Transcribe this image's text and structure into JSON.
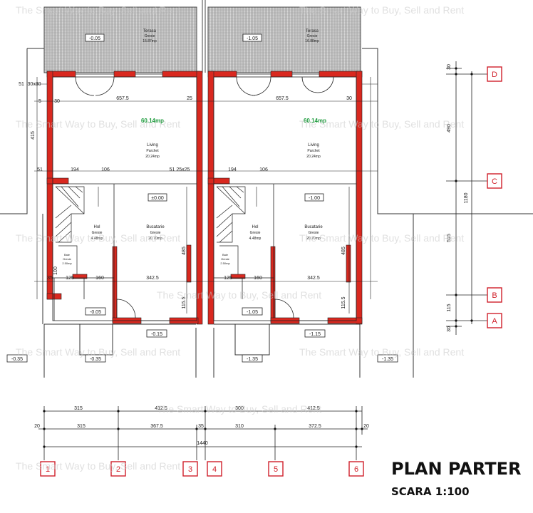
{
  "title": "PLAN PARTER",
  "scale": "SCARA 1:100",
  "watermark": "The Smart Way to Buy, Sell and Rent",
  "colors": {
    "wall": "#d9281f",
    "axis": "#d0202a",
    "area": "#1a9a3a",
    "roof": "#bfbfbf",
    "line": "#222222"
  },
  "units": [
    {
      "terrace": {
        "name": "Terasa",
        "finish": "Gresie",
        "area": "15.87mp",
        "level": "-0.05"
      },
      "total_area": "60.14mp",
      "living": {
        "name": "Living",
        "finish": "Parchet",
        "area": "20.24mp"
      },
      "kitchen": {
        "name": "Bucatarie",
        "finish": "Gresie",
        "area": "20.70mp",
        "level": "±0.00"
      },
      "hall": {
        "name": "Hol",
        "finish": "Gresie",
        "area": "4.48mp"
      },
      "bath": {
        "name": "Baie",
        "finish": "Gresie",
        "area": "2.50mp"
      },
      "dims": {
        "top": "657.5",
        "left_small": "194",
        "left_mid": "106",
        "right_small": "25",
        "right_mid": "51  25x25",
        "bottom_a": "125",
        "bottom_b": "160",
        "bottom_c": "342.5",
        "vert_1": "485",
        "vert_2": "115.5"
      },
      "levels": {
        "entry": "-0.05",
        "step": "-0.15",
        "outside": "-0.35"
      }
    },
    {
      "terrace": {
        "name": "Terasa",
        "finish": "Gresie",
        "area": "16.88mp",
        "level": "-1.05"
      },
      "total_area": "60.14mp",
      "living": {
        "name": "Living",
        "finish": "Parchet",
        "area": "20.24mp"
      },
      "kitchen": {
        "name": "Bucatarie",
        "finish": "Gresie",
        "area": "20.70mp",
        "level": "-1.00"
      },
      "hall": {
        "name": "Hol",
        "finish": "Gresie",
        "area": "4.48mp"
      },
      "bath": {
        "name": "Baie",
        "finish": "Gresie",
        "area": "2.50mp"
      },
      "dims": {
        "top": "657.5",
        "left_small": "194",
        "left_mid": "106",
        "right_small": "30",
        "right_mid": "",
        "bottom_a": "125",
        "bottom_b": "160",
        "bottom_c": "342.5",
        "vert_1": "485",
        "vert_2": "115.5"
      },
      "levels": {
        "entry": "-1.05",
        "step": "-1.15",
        "outside": "-1.35"
      }
    }
  ],
  "left_labels": {
    "dim_51": "51",
    "dim_30": "30x30",
    "dim_5": "5",
    "dim_30b": "30",
    "dim_415": "415",
    "dim_51b": "51",
    "dim_100": "100",
    "dim_35": "35",
    "dim_115": "115.5"
  },
  "outside_level_left": "-0.35",
  "right_dims": {
    "a": "30",
    "b": "490",
    "c": "515",
    "d": "115",
    "e": "30",
    "total": "1180"
  },
  "axes_letters": [
    "D",
    "C",
    "B",
    "A"
  ],
  "axes_numbers": [
    "1",
    "2",
    "3",
    "4",
    "5",
    "6"
  ],
  "bottom_row1": [
    "315",
    "412.5",
    "300",
    "412.5"
  ],
  "bottom_row2": [
    "20",
    "315",
    "367.5",
    "35",
    "310",
    "372.5",
    "20"
  ],
  "bottom_total": "1440"
}
